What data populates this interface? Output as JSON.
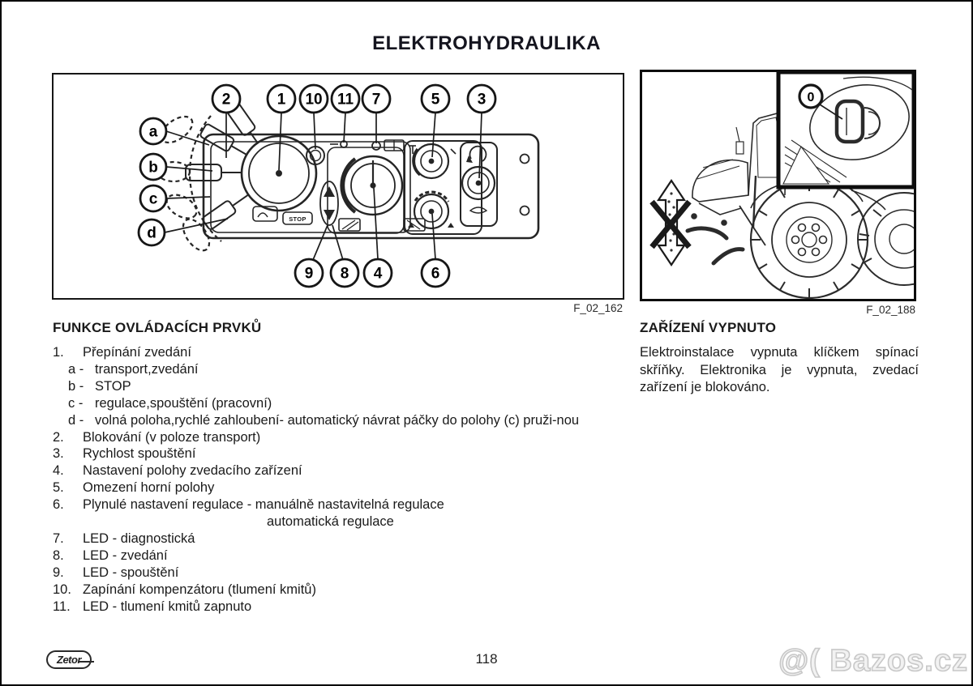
{
  "page": {
    "title": "ELEKTROHYDRAULIKA",
    "page_number": "118",
    "logo_text": "Zetor",
    "watermark": "@( Bazos.cz"
  },
  "figure_left": {
    "caption": "F_02_162",
    "stop_label": "STOP",
    "callouts_top": [
      "2",
      "1",
      "10",
      "11",
      "7",
      "5",
      "3"
    ],
    "callouts_left": [
      "a",
      "b",
      "c",
      "d"
    ],
    "callouts_bottom": [
      "9",
      "8",
      "4",
      "6"
    ]
  },
  "figure_right": {
    "caption": "F_02_188",
    "callout_zero": "0"
  },
  "controls_section": {
    "heading": "FUNKCE OVLÁDACÍCH PRVKŮ",
    "items": [
      {
        "num": "1.",
        "text": "Přepínání zvedání"
      },
      {
        "num": "a -",
        "text": "transport,zvedání"
      },
      {
        "num": "b -",
        "text": "STOP"
      },
      {
        "num": "c -",
        "text": "regulace,spouštění (pracovní)"
      },
      {
        "num": "d -",
        "text": "volná poloha,rychlé zahloubení- automatický návrat páčky do polohy (c) pruži-nou"
      },
      {
        "num": "2.",
        "text": "Blokování (v poloze transport)"
      },
      {
        "num": "3.",
        "text": "Rychlost spouštění"
      },
      {
        "num": "4.",
        "text": "Nastavení polohy zvedacího zařízení"
      },
      {
        "num": "5.",
        "text": "Omezení horní polohy"
      },
      {
        "num": "6.",
        "text": "Plynulé nastavení regulace - manuálně nastavitelná regulace"
      },
      {
        "num": "",
        "text": "automatická regulace"
      },
      {
        "num": "7.",
        "text": "LED - diagnostická"
      },
      {
        "num": "8.",
        "text": "LED - zvedání"
      },
      {
        "num": "9.",
        "text": "LED - spouštění"
      },
      {
        "num": "10.",
        "text": "Zapínání kompenzátoru (tlumení kmitů)"
      },
      {
        "num": "11.",
        "text": "LED - tlumení kmitů zapnuto"
      }
    ]
  },
  "status_section": {
    "heading": "ZAŘÍZENÍ VYPNUTO",
    "body": "Elektroinstalace vypnuta klíčkem spínací skříňky. Elektronika je vypnuta, zvedací zařízení je blokováno."
  }
}
